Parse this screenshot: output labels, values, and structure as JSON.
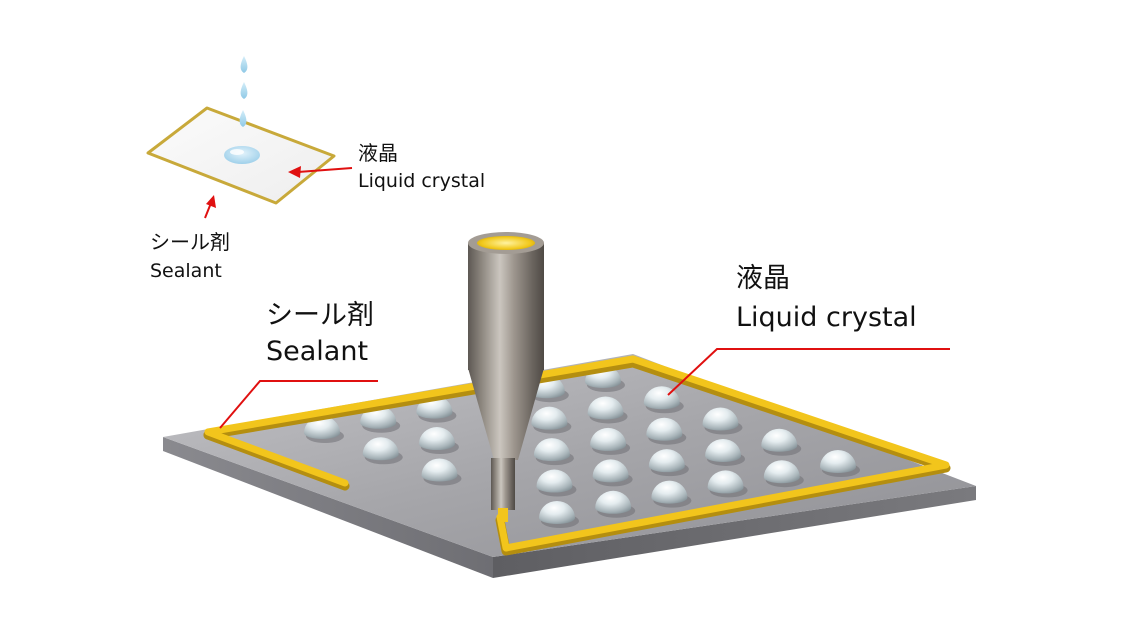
{
  "inset": {
    "lc_jp": "液晶",
    "lc_en": "Liquid crystal",
    "sealant_jp": "シール剤",
    "sealant_en": "Sealant"
  },
  "main": {
    "sealant_jp": "シール剤",
    "sealant_en": "Sealant",
    "lc_jp": "液晶",
    "lc_en": "Liquid crystal"
  },
  "colors": {
    "sealant": "#f2c51c",
    "leader_line": "#e01010",
    "substrate_top": "#a7a7aa",
    "substrate_edge": "#6e6e72",
    "nozzle_metal": "#8c8680"
  },
  "droplets": {
    "rows": 5,
    "cols": 6
  }
}
